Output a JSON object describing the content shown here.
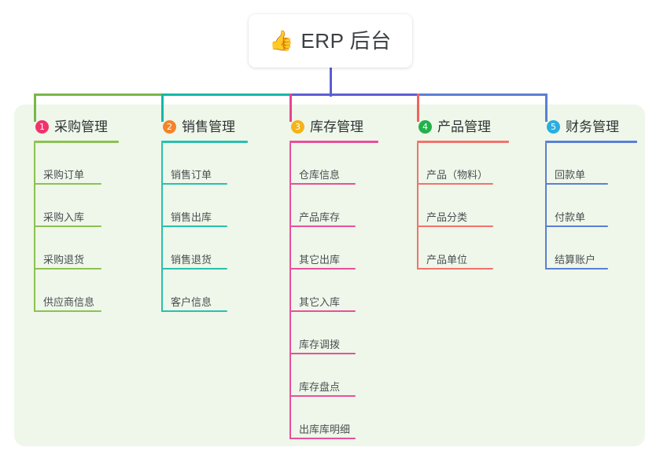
{
  "root": {
    "icon": "thumbs-up-emoji",
    "emoji": "👍",
    "title": "ERP 后台"
  },
  "palette": {
    "panel_bg": "#eef7e9",
    "page_bg": "#ffffff",
    "center_connector": "#5b5fd4",
    "branch_green": "#7ab648",
    "branch_teal": "#14b8a6",
    "branch_pink": "#e8458f",
    "branch_red": "#f4625e",
    "branch_blue": "#5b7fd4",
    "badge_1": "#f2336b",
    "badge_2": "#f5832a",
    "badge_3": "#f5b31a",
    "badge_4": "#22b14c",
    "badge_5": "#29aee0",
    "title_text": "#3c4043",
    "leaf_text": "#4a4f54"
  },
  "columns": [
    {
      "number": "1",
      "title": "采购管理",
      "badge_color": "#f2336b",
      "line_color": "#8cc152",
      "items": [
        "采购订单",
        "采购入库",
        "采购退货",
        "供应商信息"
      ]
    },
    {
      "number": "2",
      "title": "销售管理",
      "badge_color": "#f5832a",
      "line_color": "#2bbfae",
      "items": [
        "销售订单",
        "销售出库",
        "销售退货",
        "客户信息"
      ]
    },
    {
      "number": "3",
      "title": "库存管理",
      "badge_color": "#f5b31a",
      "line_color": "#e8509b",
      "items": [
        "仓库信息",
        "产品库存",
        "其它出库",
        "其它入库",
        "库存调拨",
        "库存盘点",
        "出库库明细"
      ]
    },
    {
      "number": "4",
      "title": "产品管理",
      "badge_color": "#22b14c",
      "line_color": "#f4726d",
      "items": [
        "产品（物料）",
        "产品分类",
        "产品单位"
      ]
    },
    {
      "number": "5",
      "title": "财务管理",
      "badge_color": "#29aee0",
      "line_color": "#5b7fd4",
      "items": [
        "回款单",
        "付款单",
        "结算账户"
      ]
    }
  ]
}
